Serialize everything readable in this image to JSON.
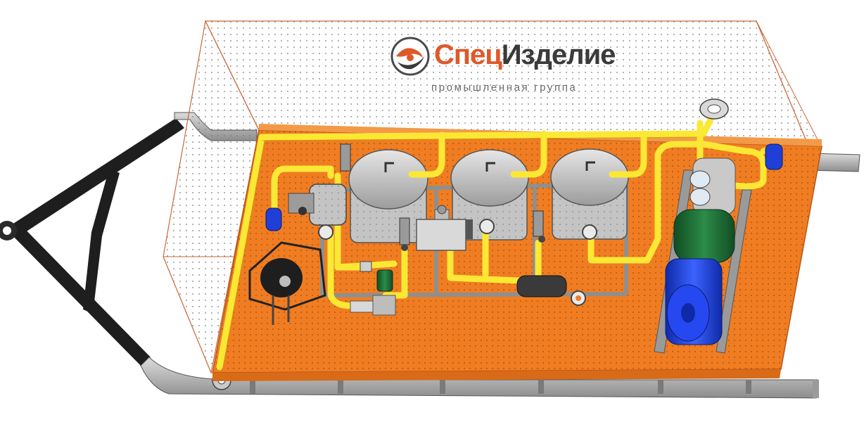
{
  "brand": {
    "name_part1": "Спец",
    "name_part2": "Изделие",
    "tagline": "промышленная группа",
    "logo_icon": "swirl-logo-icon"
  },
  "colors": {
    "orange_deck": "#f07d22",
    "orange_deck_dark": "#d86a18",
    "pipe_yellow": "#fbe834",
    "tank_grey": "#bdbdbd",
    "frame_grey": "#9a9a9a",
    "drawbar_black": "#1e1e1e",
    "motor_blue": "#1f3fd6",
    "motor_green": "#1f7a3a",
    "enclosure_line": "#c86a3a",
    "brand_orange": "#e0582a"
  },
  "equipment": {
    "tanks": [
      "tank-1",
      "tank-2",
      "tank-3"
    ],
    "motor": "electric-motor",
    "pump": "feed-pump",
    "control_block": "control-valve-block",
    "trailer": "trailer-frame"
  }
}
